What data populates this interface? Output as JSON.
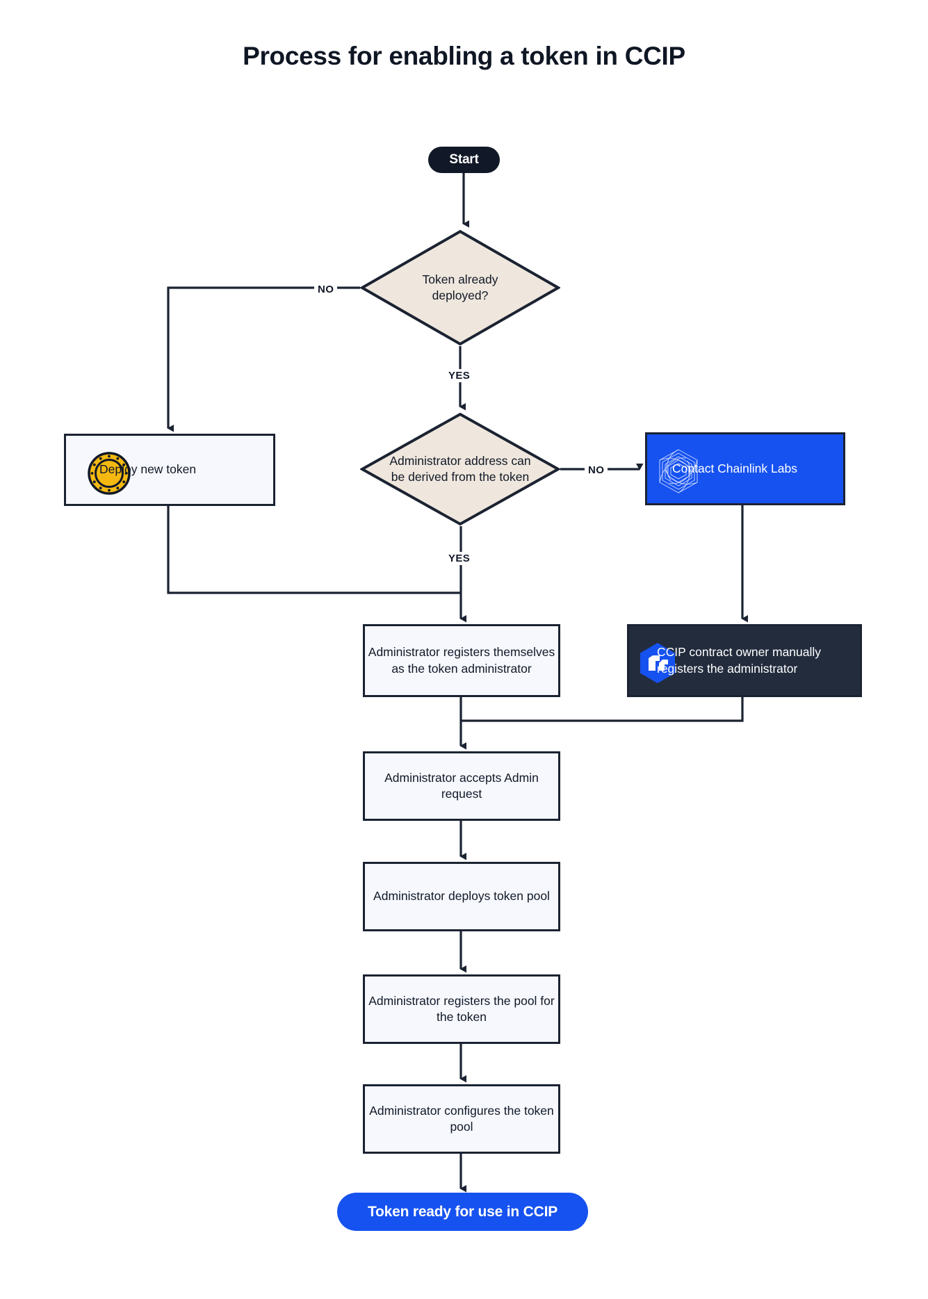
{
  "page": {
    "title": "Process for enabling a token in CCIP",
    "background_color": "#ffffff"
  },
  "colors": {
    "ink": "#111827",
    "stroke": "#1b2332",
    "process_fill": "#f6f8fd",
    "decision_fill": "#efe7dd",
    "brand_blue": "#1652f0",
    "dark_navy": "#222c3d",
    "coin_gold": "#f5b911",
    "start_pill": "#111827"
  },
  "nodes": {
    "start": {
      "label": "Start",
      "type": "terminator"
    },
    "decision_token_deployed": {
      "label": "Token already deployed?",
      "type": "decision"
    },
    "deploy_token": {
      "label": "Deploy new token",
      "type": "process",
      "icon": "gold-coin-icon"
    },
    "decision_admin_derived": {
      "label": "Administrator address can be derived from the token",
      "type": "decision"
    },
    "contact_chainlink": {
      "label": "Contact Chainlink Labs",
      "type": "process",
      "icon": "chainlink-labs-icon"
    },
    "admin_registers_self": {
      "label": "Administrator registers themselves as the token administrator",
      "type": "process"
    },
    "ccip_owner_registers": {
      "label": "CCIP contract owner manually registers the administrator",
      "type": "process",
      "icon": "ccip-hex-icon"
    },
    "admin_accepts": {
      "label": "Administrator accepts Admin request",
      "type": "process"
    },
    "admin_deploys_pool": {
      "label": "Administrator deploys token pool",
      "type": "process"
    },
    "admin_registers_pool": {
      "label": "Administrator registers the pool for the token",
      "type": "process"
    },
    "admin_configures_pool": {
      "label": "Administrator configures the token pool",
      "type": "process"
    },
    "end": {
      "label": "Token ready for use in CCIP",
      "type": "terminator"
    }
  },
  "edge_labels": {
    "no_1": "NO",
    "yes_1": "YES",
    "no_2": "NO",
    "yes_2": "YES"
  },
  "chart_data": {
    "type": "diagram",
    "title": "Process for enabling a token in CCIP",
    "diagram_kind": "flowchart",
    "orientation": "top-down",
    "nodes": [
      {
        "id": "start",
        "shape": "pill",
        "text": "Start"
      },
      {
        "id": "decision_token_deployed",
        "shape": "diamond",
        "text": "Token already deployed?"
      },
      {
        "id": "deploy_token",
        "shape": "rect",
        "text": "Deploy new token"
      },
      {
        "id": "decision_admin_derived",
        "shape": "diamond",
        "text": "Administrator address can be derived from the token"
      },
      {
        "id": "contact_chainlink",
        "shape": "rect",
        "text": "Contact Chainlink Labs"
      },
      {
        "id": "admin_registers_self",
        "shape": "rect",
        "text": "Administrator registers themselves as the token administrator"
      },
      {
        "id": "ccip_owner_registers",
        "shape": "rect",
        "text": "CCIP contract owner manually registers the administrator"
      },
      {
        "id": "admin_accepts",
        "shape": "rect",
        "text": "Administrator accepts Admin request"
      },
      {
        "id": "admin_deploys_pool",
        "shape": "rect",
        "text": "Administrator deploys token pool"
      },
      {
        "id": "admin_registers_pool",
        "shape": "rect",
        "text": "Administrator registers the pool for the token"
      },
      {
        "id": "admin_configures_pool",
        "shape": "rect",
        "text": "Administrator configures the token pool"
      },
      {
        "id": "end",
        "shape": "pill",
        "text": "Token ready for use in CCIP"
      }
    ],
    "edges": [
      {
        "from": "start",
        "to": "decision_token_deployed",
        "label": ""
      },
      {
        "from": "decision_token_deployed",
        "to": "deploy_token",
        "label": "NO"
      },
      {
        "from": "decision_token_deployed",
        "to": "decision_admin_derived",
        "label": "YES"
      },
      {
        "from": "deploy_token",
        "to": "admin_registers_self",
        "label": ""
      },
      {
        "from": "decision_admin_derived",
        "to": "contact_chainlink",
        "label": "NO"
      },
      {
        "from": "decision_admin_derived",
        "to": "admin_registers_self",
        "label": "YES"
      },
      {
        "from": "contact_chainlink",
        "to": "ccip_owner_registers",
        "label": ""
      },
      {
        "from": "admin_registers_self",
        "to": "admin_accepts",
        "label": ""
      },
      {
        "from": "ccip_owner_registers",
        "to": "admin_accepts",
        "label": ""
      },
      {
        "from": "admin_accepts",
        "to": "admin_deploys_pool",
        "label": ""
      },
      {
        "from": "admin_deploys_pool",
        "to": "admin_registers_pool",
        "label": ""
      },
      {
        "from": "admin_registers_pool",
        "to": "admin_configures_pool",
        "label": ""
      },
      {
        "from": "admin_configures_pool",
        "to": "end",
        "label": ""
      }
    ]
  }
}
